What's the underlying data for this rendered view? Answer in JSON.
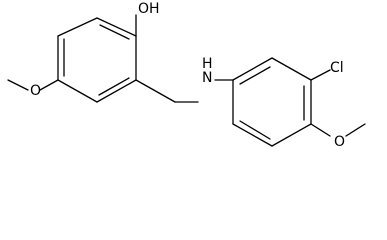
{
  "molecule": {
    "labels": {
      "hydroxyl": "OH",
      "left_methoxy_oxygen": "O",
      "amine": "H",
      "amine_n": "N",
      "chloro": "Cl",
      "right_methoxy_oxygen": "O"
    },
    "colors": {
      "bond": "#000000",
      "text": "#000000",
      "background": "#ffffff"
    }
  }
}
